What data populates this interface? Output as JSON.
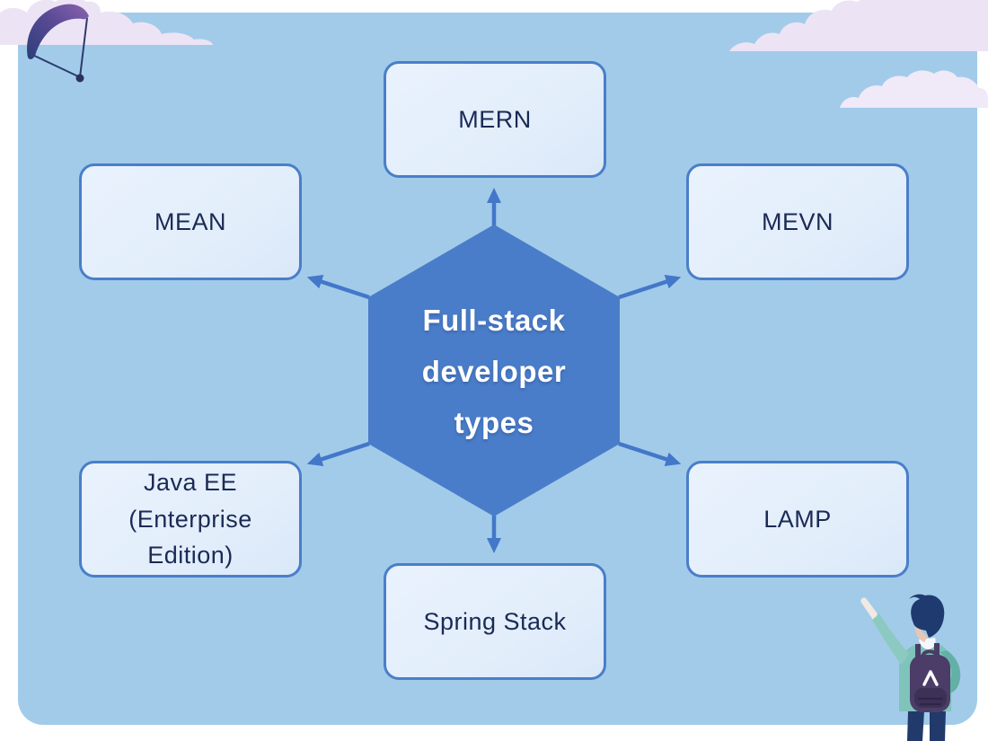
{
  "diagram": {
    "center_label": "Full-stack developer types",
    "nodes": [
      {
        "id": "mern",
        "label": "MERN"
      },
      {
        "id": "mean",
        "label": "MEAN"
      },
      {
        "id": "mevn",
        "label": "MEVN"
      },
      {
        "id": "javaee",
        "label": "Java EE (Enterprise Edition)"
      },
      {
        "id": "lamp",
        "label": "LAMP"
      },
      {
        "id": "spring",
        "label": "Spring Stack"
      }
    ]
  },
  "colors": {
    "panel": "#a2cbe9",
    "hexagon": "#4a7dc9",
    "box_fill": "#e3eefb",
    "box_border": "#4a7ec9",
    "navy": "#1b2a55",
    "arrow": "#4377c9",
    "cloud": "#ece4f5",
    "cloud_2": "#efe9f8",
    "white": "#ffffff"
  }
}
